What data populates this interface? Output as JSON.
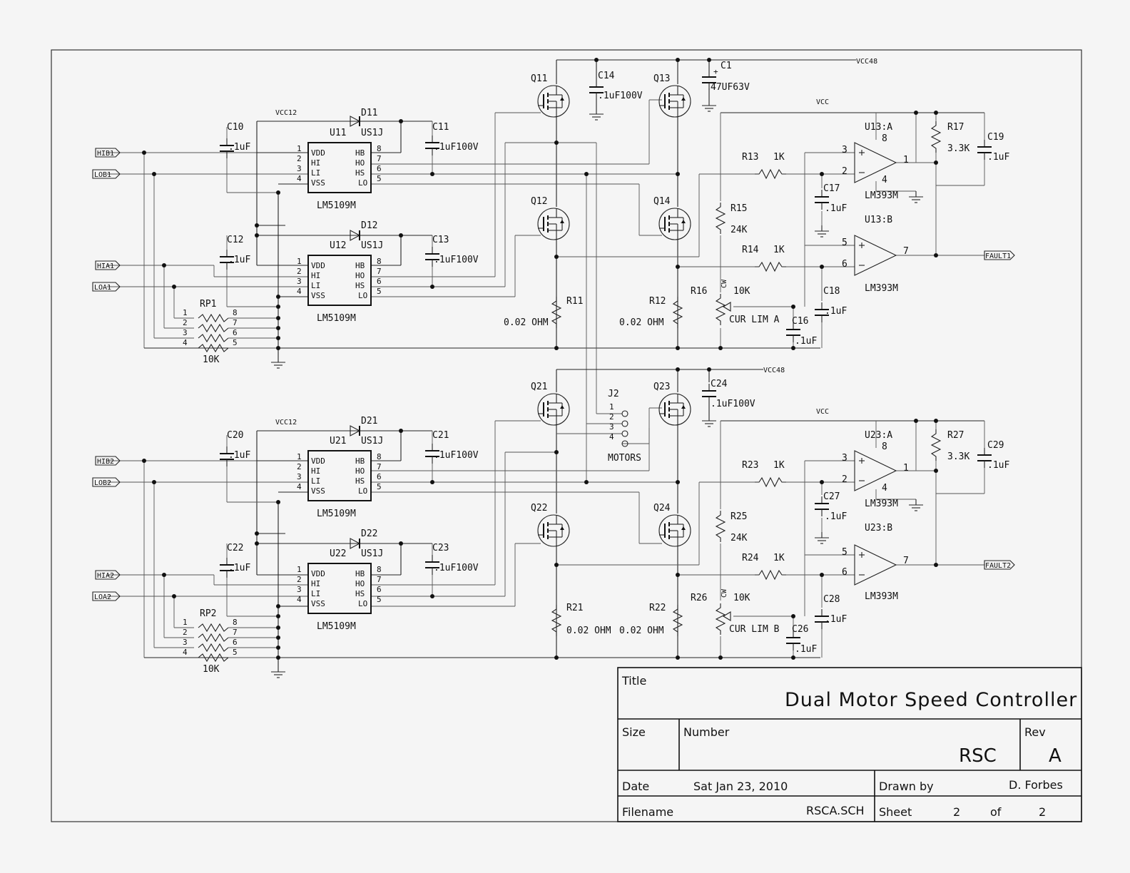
{
  "title_block": {
    "title_label": "Title",
    "title": "Dual Motor Speed Controller",
    "size_label": "Size",
    "number_label": "Number",
    "number": "RSC",
    "rev_label": "Rev",
    "rev": "A",
    "date_label": "Date",
    "date": "Sat Jan 23, 2010",
    "drawn_label": "Drawn by",
    "drawn_by": "D. Forbes",
    "filename_label": "Filename",
    "filename": "RSCA.SCH",
    "sheet_label": "Sheet",
    "sheet": "2",
    "of_label": "of",
    "sheets": "2"
  },
  "nets": {
    "vcc48": "VCC48",
    "vcc12": "VCC12",
    "vcc": "VCC"
  },
  "ports": {
    "hib1": "HIB1",
    "lob1": "LOB1",
    "hia1": "HIA1",
    "loa1": "LOA1",
    "hib2": "HIB2",
    "lob2": "LOB2",
    "hia2": "HIA2",
    "loa2": "LOA2",
    "fault1": "FAULT1",
    "fault2": "FAULT2"
  },
  "drivers": {
    "part": "LM5109M",
    "pins_left": [
      "VDD",
      "HI",
      "LI",
      "VSS"
    ],
    "pins_right": [
      "HB",
      "HO",
      "HS",
      "LO"
    ],
    "nums_left": [
      "1",
      "2",
      "3",
      "4"
    ],
    "nums_right": [
      "8",
      "7",
      "6",
      "5"
    ],
    "u11": "U11",
    "u12": "U12",
    "u21": "U21",
    "u22": "U22"
  },
  "diodes": {
    "part": "US1J",
    "d11": "D11",
    "d12": "D12",
    "d21": "D21",
    "d22": "D22"
  },
  "mosfets": {
    "q11": "Q11",
    "q12": "Q12",
    "q13": "Q13",
    "q14": "Q14",
    "q21": "Q21",
    "q22": "Q22",
    "q23": "Q23",
    "q24": "Q24"
  },
  "caps": {
    "c1": "C1",
    "c1_val": "47UF63V",
    "c10": "C10",
    "c11": "C11",
    "c12": "C12",
    "c13": "C13",
    "c14": "C14",
    "c16": "C16",
    "c17": "C17",
    "c18": "C18",
    "c19": "C19",
    "c20": "C20",
    "c21": "C21",
    "c22": "C22",
    "c23": "C23",
    "c24": "C24",
    "c26": "C26",
    "c27": "C27",
    "c28": "C28",
    "c29": "C29",
    "v1u": ".1uF",
    "v1u100": ".1uF100V"
  },
  "resistors": {
    "r11": "R11",
    "r12": "R12",
    "r13": "R13",
    "r14": "R14",
    "r15": "R15",
    "r16": "R16",
    "r17": "R17",
    "r21": "R21",
    "r22": "R22",
    "r23": "R23",
    "r24": "R24",
    "r25": "R25",
    "r26": "R26",
    "r27": "R27",
    "shunt": "0.02 OHM",
    "v1k": "1K",
    "v24k": "24K",
    "v10k": "10K",
    "v33k": "3.3K",
    "cw": "CW",
    "curlim_a": "CUR LIM A",
    "curlim_b": "CUR LIM B",
    "rp1": "RP1",
    "rp2": "RP2",
    "rp_left": [
      "1",
      "2",
      "3",
      "4"
    ],
    "rp_right": [
      "8",
      "7",
      "6",
      "5"
    ]
  },
  "comparators": {
    "part": "LM393M",
    "u13a": "U13:A",
    "u13b": "U13:B",
    "u23a": "U23:A",
    "u23b": "U23:B",
    "pins_a": [
      "3",
      "2",
      "1",
      "8",
      "4"
    ],
    "pins_b": [
      "5",
      "6",
      "7"
    ]
  },
  "connector": {
    "ref": "J2",
    "name": "MOTORS",
    "pins": [
      "1",
      "2",
      "3",
      "4"
    ]
  }
}
